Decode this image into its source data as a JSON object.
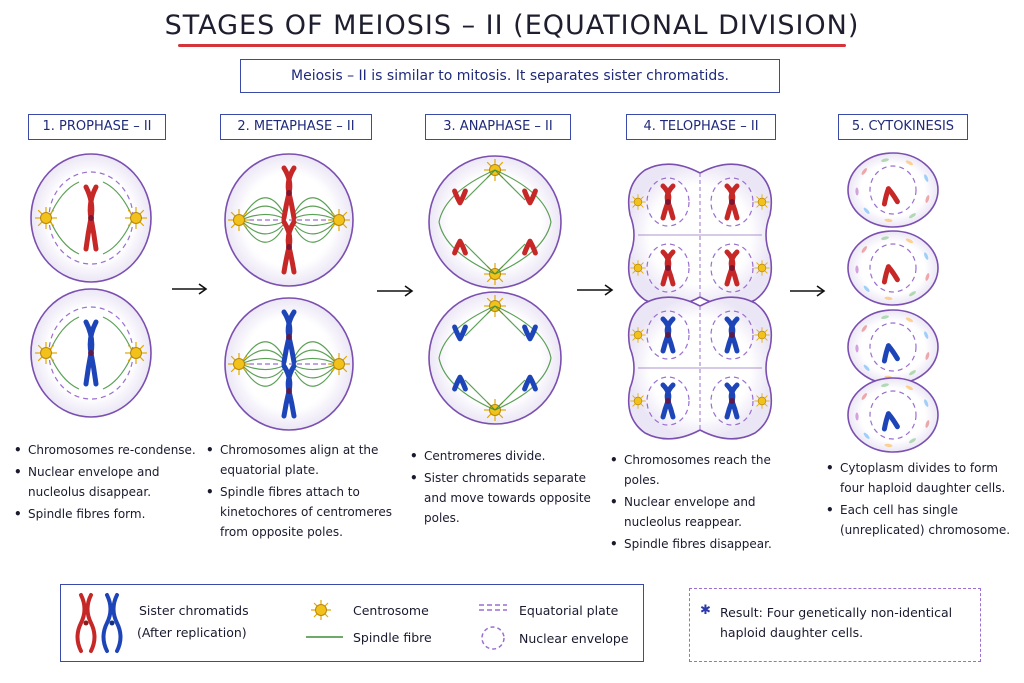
{
  "title": "STAGES OF MEIOSIS – II (EQUATIONAL DIVISION)",
  "subtitle": "Meiosis – II is similar to mitosis. It separates sister chromatids.",
  "stages": [
    {
      "label": "1. PROPHASE – II",
      "notes": [
        "Chromosomes re-condense.",
        "Nuclear envelope and nucleolus disappear.",
        "Spindle fibres form."
      ]
    },
    {
      "label": "2. METAPHASE – II",
      "notes": [
        "Chromosomes align at the equatorial plate.",
        "Spindle fibres attach to kinetochores of centromeres from opposite poles."
      ]
    },
    {
      "label": "3. ANAPHASE – II",
      "notes": [
        "Centromeres divide.",
        "Sister chromatids separate and move towards opposite poles."
      ]
    },
    {
      "label": "4. TELOPHASE – II",
      "notes": [
        "Chromosomes reach the poles.",
        "Nuclear envelope and nucleolus reappear.",
        "Spindle fibres disappear."
      ]
    },
    {
      "label": "5. CYTOKINESIS",
      "notes": [
        "Cytoplasm divides to form four haploid daughter cells.",
        "Each cell has single (unreplicated) chromosome."
      ]
    }
  ],
  "legend": {
    "sister_chromatids": "Sister chromatids",
    "sister_chromatids_note": "(After replication)",
    "centrosome": "Centrosome",
    "spindle_fibre": "Spindle fibre",
    "equatorial_plate": "Equatorial plate",
    "nuclear_envelope": "Nuclear envelope"
  },
  "result": {
    "text": "Result: Four genetically non-identical haploid daughter cells."
  },
  "colors": {
    "red_chromosome": "#c62828",
    "blue_chromosome": "#1e45b8",
    "membrane": "#7b4fb0",
    "spindle": "#3f8f3a",
    "centrosome": "#f2c21b",
    "label_border": "#3a4aa8",
    "title_underline": "#d4343a"
  }
}
